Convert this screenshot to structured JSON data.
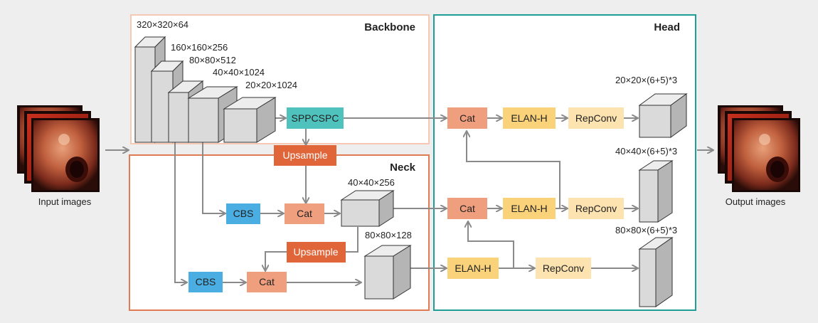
{
  "sections": {
    "backbone": "Backbone",
    "neck": "Neck",
    "head": "Head"
  },
  "io": {
    "input_label": "Input images",
    "output_label": "Output images"
  },
  "dimensions": {
    "d1": "320×320×64",
    "d2": "160×160×256",
    "d3": "80×80×512",
    "d4": "40×40×1024",
    "d5": "20×20×1024",
    "neck_40": "40×40×256",
    "neck_80": "80×80×128",
    "head_20": "20×20×(6+5)*3",
    "head_40": "40×40×(6+5)*3",
    "head_80": "80×80×(6+5)*3"
  },
  "blocks": {
    "sppcspc": "SPPCSPC",
    "upsample": "Upsample",
    "cbs": "CBS",
    "cat": "Cat",
    "elan_h": "ELAN-H",
    "repconv": "RepConv"
  },
  "colors": {
    "backbone_border": "#f5c9b4",
    "neck_border": "#e07b54",
    "head_border": "#1f9e98",
    "sppcspc": "#4fc2bd",
    "upsample": "#e0663a",
    "cbs": "#4baee3",
    "cat": "#ef9e7e",
    "elan_h": "#f9d27a",
    "repconv": "#fde3b0",
    "cube": "#dadada"
  }
}
